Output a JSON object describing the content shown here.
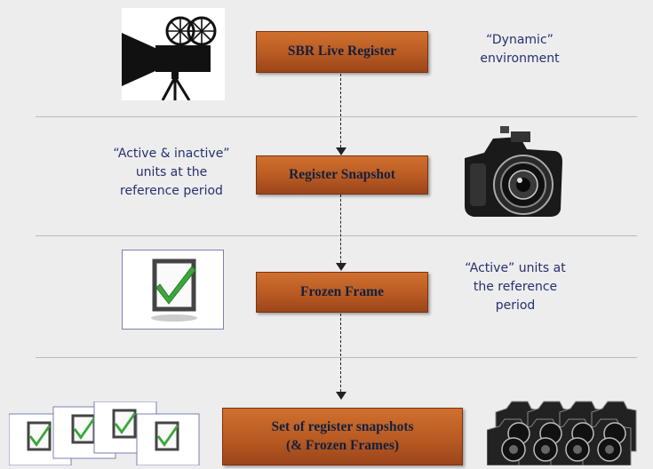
{
  "steps": [
    {
      "label": "SBR Live Register"
    },
    {
      "label": "Register Snapshot"
    },
    {
      "label": "Frozen Frame"
    },
    {
      "label_line1": "Set of register snapshots",
      "label_line2": "(& Frozen Frames)"
    }
  ],
  "notes": {
    "dynamic": [
      "“Dynamic”",
      "environment"
    ],
    "active_inactive": [
      "“Active & inactive”",
      "units at the",
      "reference period"
    ],
    "active": [
      "“Active” units at",
      "the reference",
      "period"
    ]
  },
  "icons": {
    "row1": "film-camera-icon",
    "row2": "photo-camera-icon",
    "row3": "checkbox-frame-icon",
    "row4_left": "checkbox-frames-stack-icon",
    "row4_right": "photo-cameras-group-icon"
  },
  "colors": {
    "box_fill": "#b85a22",
    "box_text": "#12203f",
    "note_text": "#262f70",
    "check_green": "#3aa83a"
  }
}
